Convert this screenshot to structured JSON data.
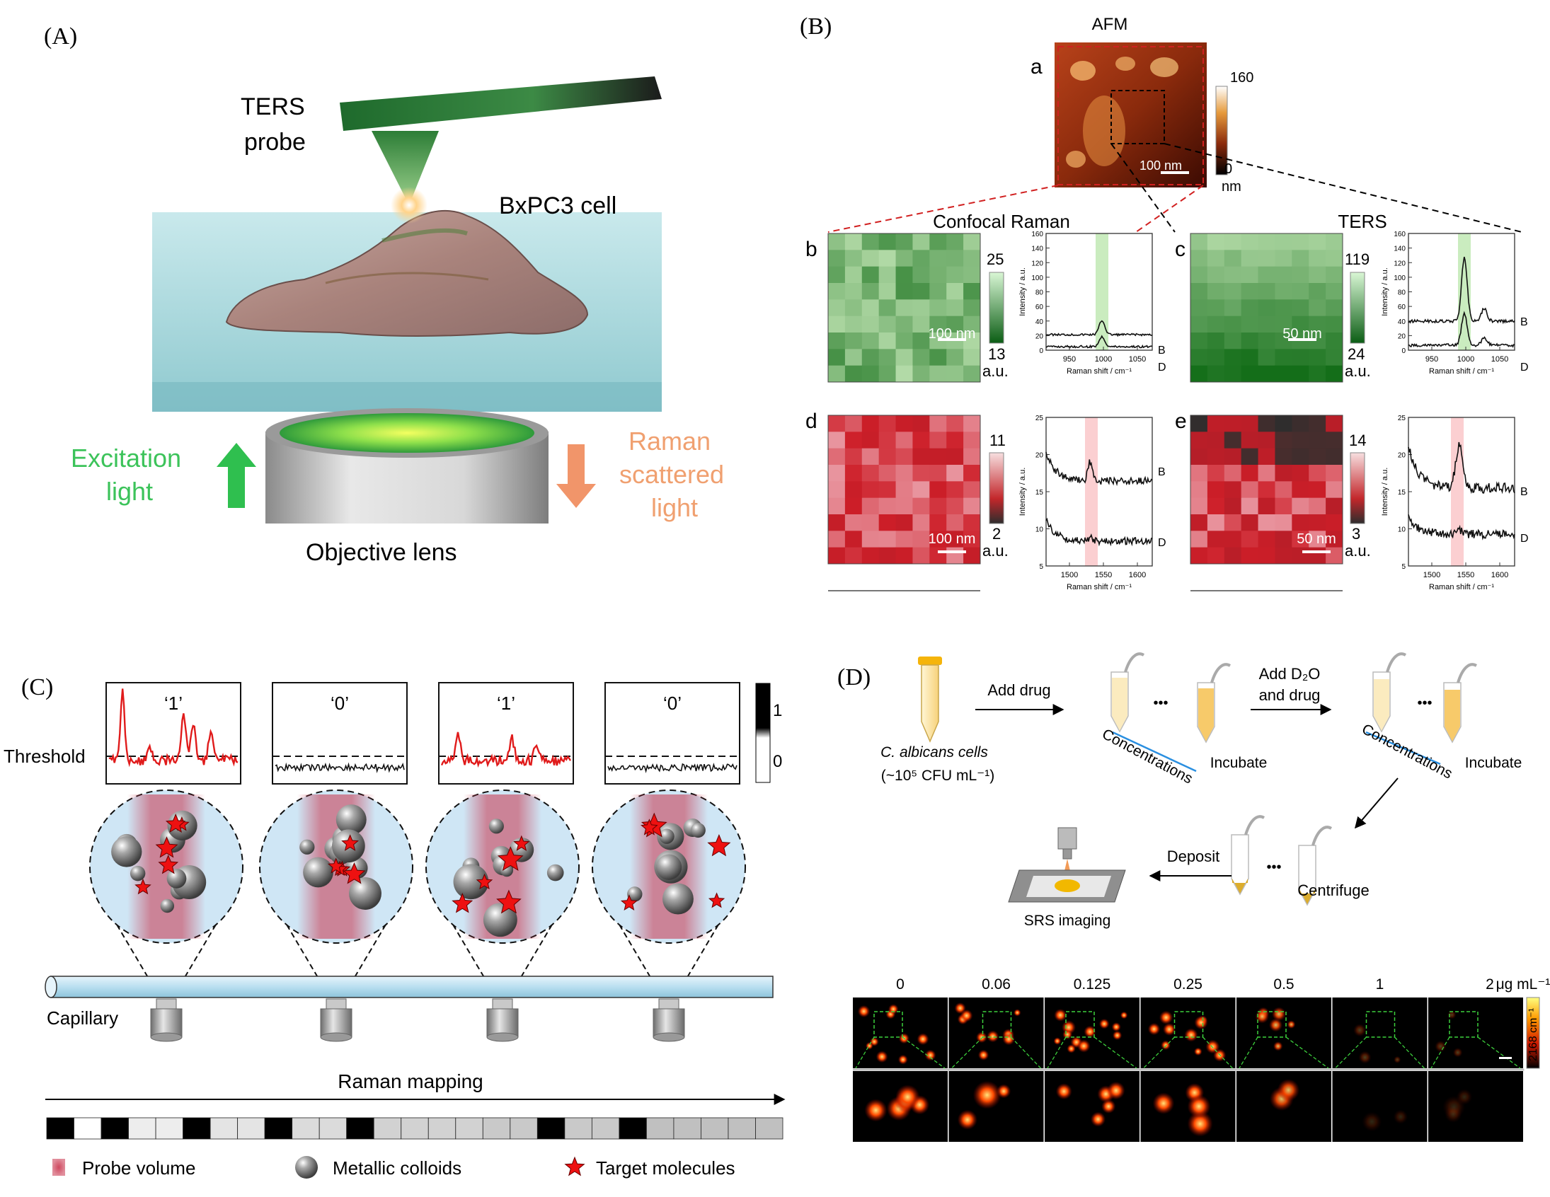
{
  "panel_labels": {
    "A": "(A)",
    "B": "(B)",
    "C": "(C)",
    "D": "(D)"
  },
  "panel_a": {
    "probe_line1": "TERS",
    "probe_line2": "probe",
    "cell": "BxPC3 cell",
    "excitation_line1": "Excitation",
    "excitation_line2": "light",
    "raman_line1": "Raman",
    "raman_line2": "scattered",
    "raman_line3": "light",
    "objective": "Objective lens",
    "colors": {
      "probe": "#2f7a3a",
      "excitation": "#3cc35a",
      "raman": "#f0a070",
      "medium": "#a8d8dd"
    }
  },
  "panel_b": {
    "afm_title": "AFM",
    "label_a": "a",
    "afm_scale": "100 nm",
    "afm_cb_max": "160",
    "afm_cb_min": "0",
    "afm_cb_unit": "nm",
    "confocal_title": "Confocal Raman",
    "ters_title": "TERS",
    "sub": {
      "b": "b",
      "c": "c",
      "d": "d",
      "e": "e"
    },
    "b_cb": {
      "max": "25",
      "min": "13",
      "unit": "a.u."
    },
    "c_cb": {
      "max": "119",
      "min": "24",
      "unit": "a.u."
    },
    "d_cb": {
      "max": "11",
      "min": "2",
      "unit": "a.u."
    },
    "e_cb": {
      "max": "14",
      "min": "3",
      "unit": "a.u."
    },
    "b_scale": "100 nm",
    "c_scale": "50 nm",
    "d_scale": "100 nm",
    "e_scale": "50 nm",
    "ylabel": "Intensity / a.u.",
    "xlabel": "Raman shift / cm⁻¹",
    "trace_B": "B",
    "trace_D": "D",
    "top_ticks_x": [
      "950",
      "1000",
      "1050"
    ],
    "top_ticks_y": [
      "0",
      "20",
      "40",
      "60",
      "80",
      "100",
      "120",
      "140",
      "160"
    ],
    "b_bottom_ticks_x": [
      "1500",
      "1550",
      "1600"
    ],
    "d_ticks_y": [
      "5",
      "10",
      "15",
      "20",
      "25"
    ],
    "e_ticks_y": [
      "5",
      "10",
      "15",
      "20",
      "25"
    ]
  },
  "panel_c": {
    "threshold": "Threshold",
    "box_labels": [
      "‘1’",
      "‘0’",
      "‘1’",
      "‘0’"
    ],
    "cb_max": "1",
    "cb_min": "0",
    "capillary": "Capillary",
    "mapping": "Raman mapping",
    "legend_probe": "Probe volume",
    "legend_colloids": "Metallic colloids",
    "legend_targets": "Target molecules",
    "barcode": [
      1,
      0,
      1,
      0.1,
      0.1,
      1,
      0.15,
      0.15,
      1,
      0.2,
      0.2,
      1,
      0.25,
      0.25,
      0.25,
      0.25,
      0.3,
      0.3,
      1,
      0.3,
      0.3,
      1,
      0.35,
      0.35,
      0.35,
      0.35,
      0.35
    ]
  },
  "panel_d": {
    "cells_line1": "C. albicans cells",
    "cells_line2": "(~10⁵ CFU mL⁻¹)",
    "add_drug": "Add drug",
    "add_d2o_line1": "Add D₂O",
    "add_d2o_line2": "and drug",
    "concentrations": "Concentrations",
    "dots": "•••",
    "incubate": "Incubate",
    "centrifuge": "Centrifuge",
    "deposit": "Deposit",
    "srs": "SRS imaging",
    "conc_labels": [
      "0",
      "0.06",
      "0.125",
      "0.25",
      "0.5",
      "1",
      "2"
    ],
    "conc_unit": "μg mL⁻¹",
    "cb_label": "2168 cm⁻¹"
  }
}
